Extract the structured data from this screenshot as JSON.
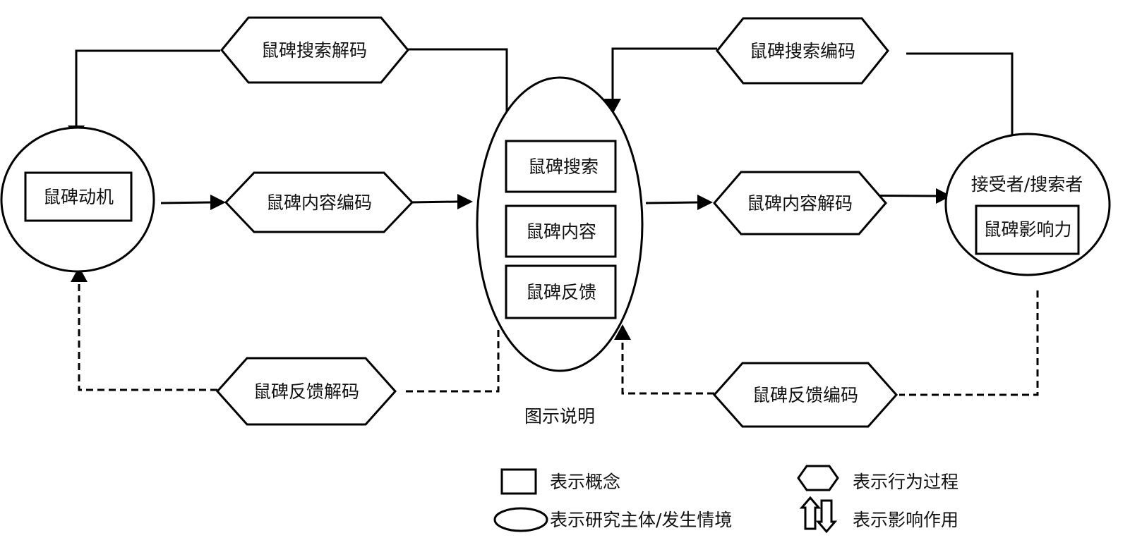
{
  "diagram": {
    "subjects": {
      "motivation_context": {
        "concept": "鼠碑动机"
      },
      "platform_context": {
        "concepts": [
          "鼠碑搜索",
          "鼠碑内容",
          "鼠碑反馈"
        ]
      },
      "receiver_context": {
        "title": "接受者/搜索者",
        "concept": "鼠碑影响力"
      }
    },
    "processes": {
      "search_decode": "鼠碑搜索解码",
      "content_encode": "鼠碑内容编码",
      "feedback_decode": "鼠碑反馈解码",
      "search_encode": "鼠碑搜索编码",
      "content_decode": "鼠碑内容解码",
      "feedback_encode": "鼠碑反馈编码"
    },
    "connections": [
      {
        "from": "鼠碑内容",
        "to": "鼠碑搜索解码",
        "style": "solid"
      },
      {
        "from": "鼠碑搜索解码",
        "to": "鼠碑动机",
        "style": "solid"
      },
      {
        "from": "鼠碑动机",
        "to": "鼠碑内容编码",
        "style": "solid"
      },
      {
        "from": "鼠碑内容编码",
        "to": "鼠碑内容",
        "style": "solid"
      },
      {
        "from": "鼠碑内容",
        "to": "鼠碑内容解码",
        "style": "solid"
      },
      {
        "from": "鼠碑内容解码",
        "to": "接受者/搜索者",
        "style": "solid"
      },
      {
        "from": "接受者/搜索者",
        "to": "鼠碑搜索编码",
        "style": "solid"
      },
      {
        "from": "鼠碑搜索编码",
        "to": "鼠碑搜索",
        "style": "solid"
      },
      {
        "from": "鼠碑反馈",
        "to": "鼠碑反馈解码",
        "style": "dashed"
      },
      {
        "from": "鼠碑反馈解码",
        "to": "鼠碑动机",
        "style": "dashed"
      },
      {
        "from": "接受者/搜索者",
        "to": "鼠碑反馈编码",
        "style": "dashed"
      },
      {
        "from": "鼠碑反馈编码",
        "to": "鼠碑反馈",
        "style": "dashed"
      }
    ]
  },
  "legend": {
    "title": "图示说明",
    "items": [
      {
        "symbol": "rectangle",
        "label": "表示概念"
      },
      {
        "symbol": "hexagon",
        "label": "表示行为过程"
      },
      {
        "symbol": "ellipse",
        "label": "表示研究主体/发生情境"
      },
      {
        "symbol": "double-arrow",
        "label": "表示影响作用"
      }
    ]
  }
}
